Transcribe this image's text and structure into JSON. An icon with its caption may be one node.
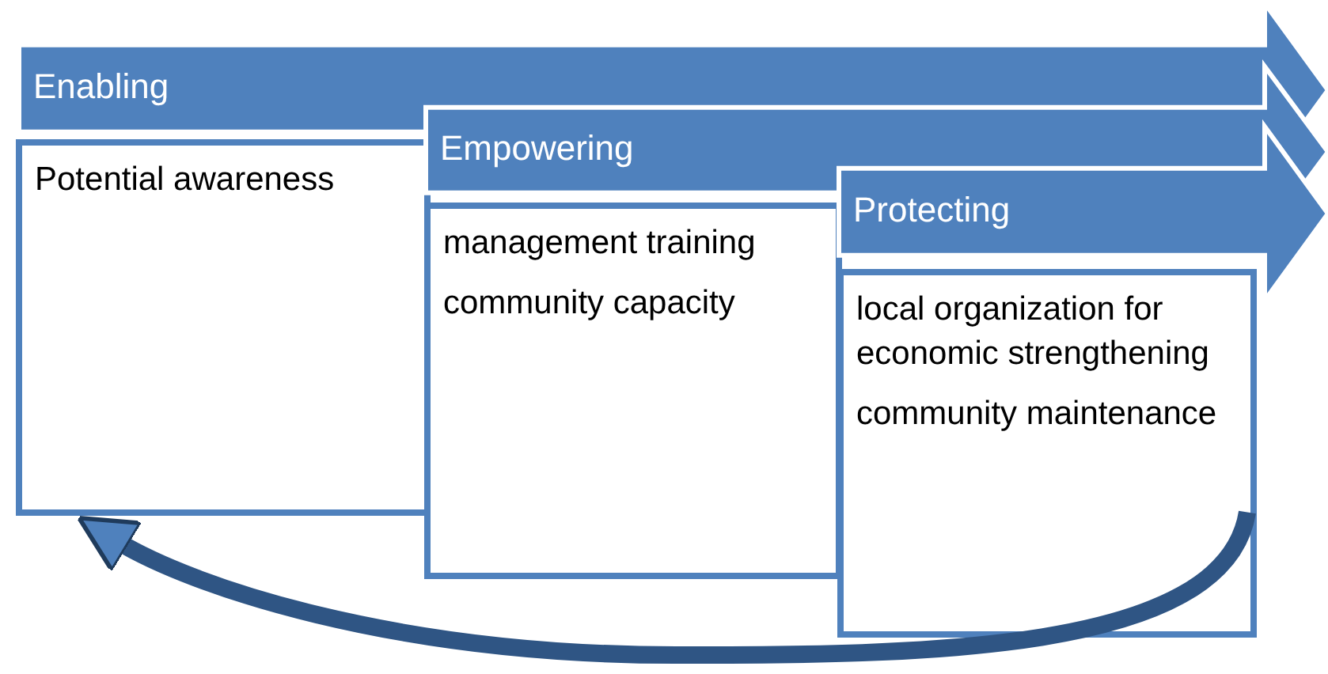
{
  "diagram": {
    "nodes": [
      {
        "text": [
          "Enabling"
        ]
      },
      {
        "text": [
          "Potential awareness"
        ]
      },
      {
        "text": [
          "Empowering"
        ]
      },
      {
        "text": [
          "management training",
          "community capacity"
        ]
      },
      {
        "text": [
          "Protecting"
        ]
      },
      {
        "text": [
          "local organization for economic strengthening",
          "community maintenance"
        ]
      }
    ],
    "edges": [
      {
        "from": 5,
        "to": 1,
        "arrow": "to"
      }
    ]
  }
}
